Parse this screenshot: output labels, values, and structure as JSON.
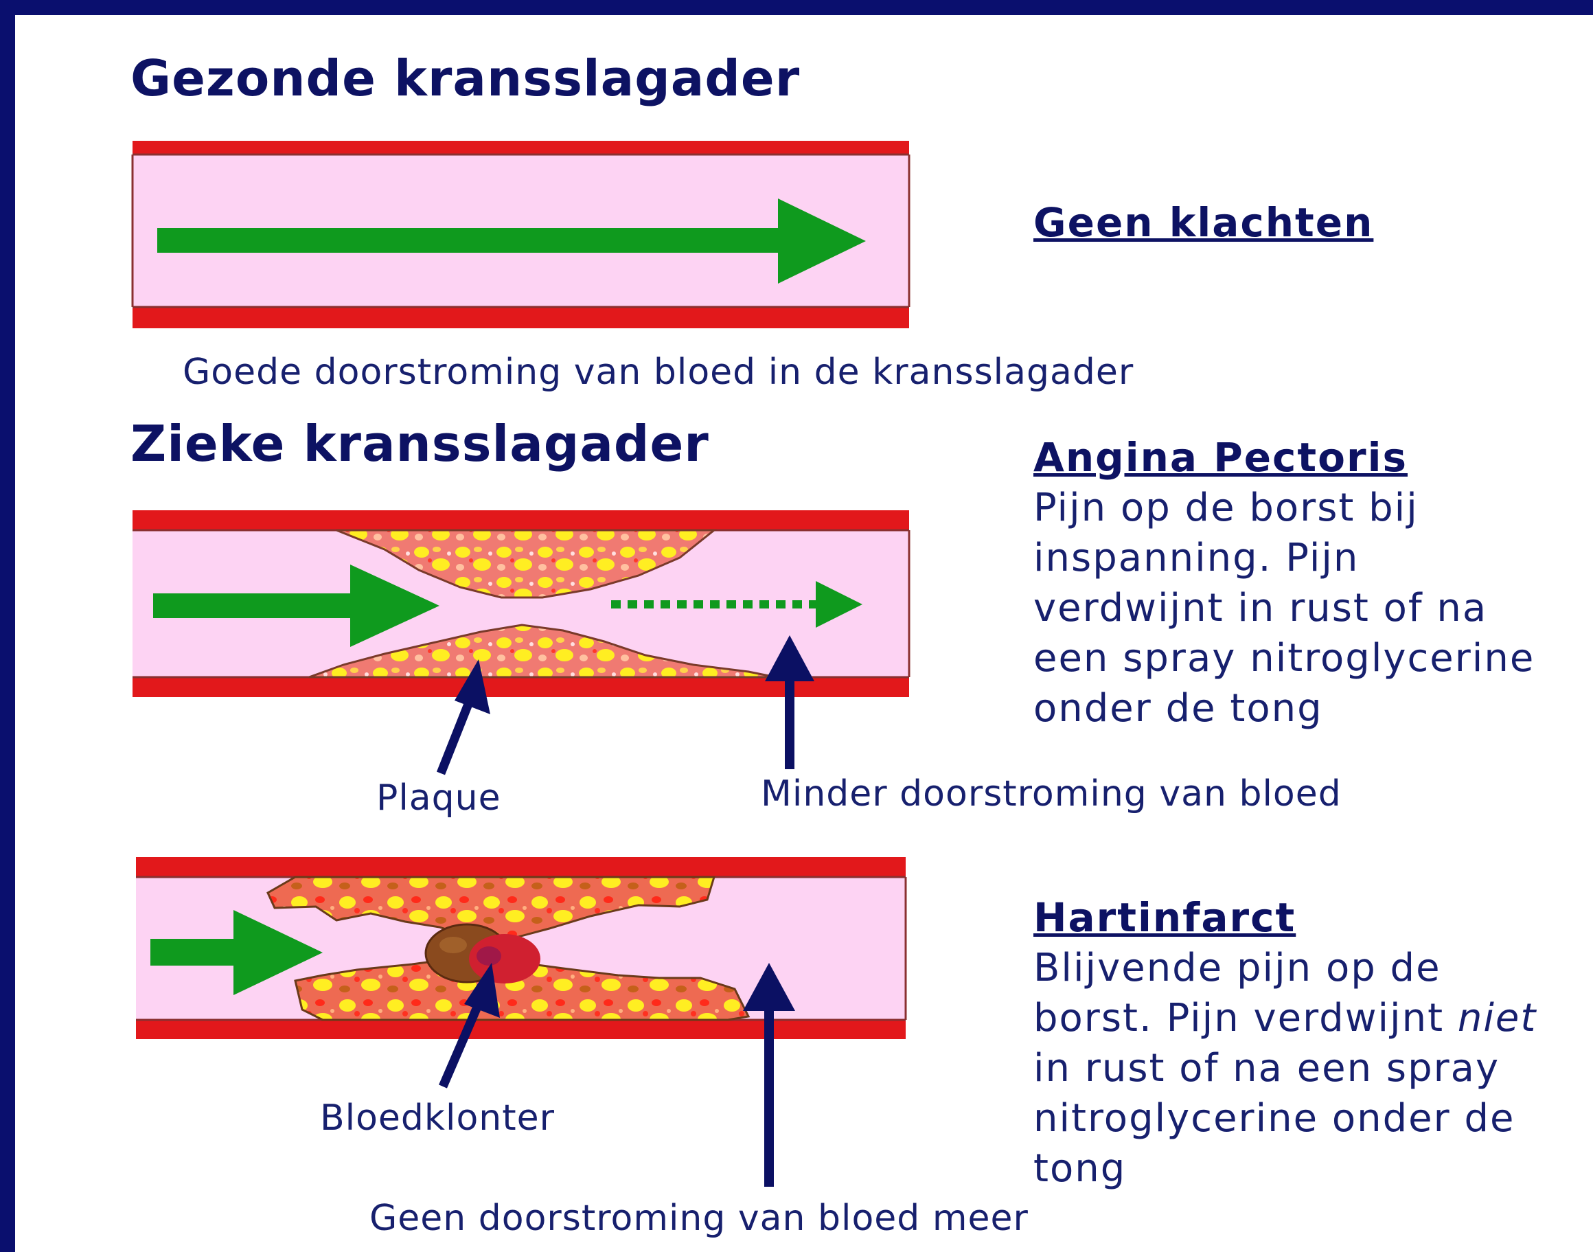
{
  "colors": {
    "frame": "#0a0f6e",
    "text": "#0d1263",
    "vessel_wall": "#e2181b",
    "lumen": "#fdd3f3",
    "flow_arrow": "#0f9a1e",
    "pointer_arrow": "#0b1063",
    "plaque_base": "#f07a72",
    "plaque_spot": "#ffee22",
    "clot": "#8a4a1e"
  },
  "healthy": {
    "title": "Gezonde kransslagader",
    "caption": "Goede doorstroming van bloed in de kransslagader",
    "side_title": "Geen klachten"
  },
  "diseased": {
    "title": "Zieke kransslagader",
    "plaque_label": "Plaque",
    "reduced_flow_label": "Minder doorstroming van bloed",
    "angina": {
      "title": "Angina Pectoris",
      "lines": [
        "Pijn op de borst bij",
        "inspanning. Pijn",
        "verdwijnt in rust of na",
        "een spray nitroglycerine",
        "onder de tong"
      ]
    }
  },
  "infarct": {
    "clot_label": "Bloedklonter",
    "no_flow_label": "Geen doorstroming van bloed meer",
    "title": "Hartinfarct",
    "line1": "Blijvende pijn op de",
    "line2_prefix": "borst. Pijn verdwijnt ",
    "line2_emph": "niet",
    "line3": "in rust of na een spray",
    "line4": "nitroglycerine onder de",
    "line5": "tong"
  }
}
